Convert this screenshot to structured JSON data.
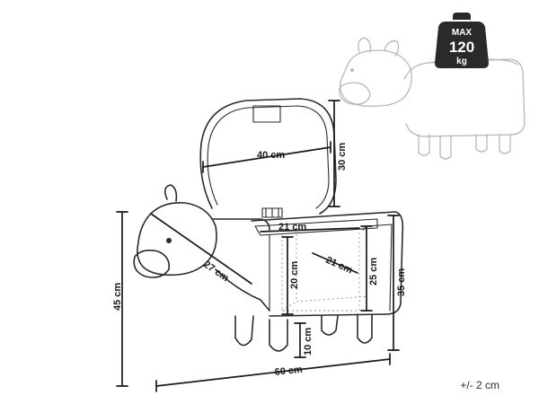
{
  "weight_badge": {
    "line1": "MAX",
    "line2": "120",
    "line3": "kg"
  },
  "dimensions": {
    "lid_width": "40 cm",
    "lid_height": "30 cm",
    "compartment_width": "21 cm",
    "compartment_depth": "21 cm",
    "compartment_height": "20 cm",
    "body_height": "25 cm",
    "head_diagonal": "27 cm",
    "side_height": "35 cm",
    "total_height": "45 cm",
    "leg_height": "10 cm",
    "total_length": "60 cm"
  },
  "tolerance": "+/- 2 cm",
  "colors": {
    "stroke": "#2a2a2a",
    "faint": "#b8b8b8",
    "badge": "#2a2a2a"
  }
}
